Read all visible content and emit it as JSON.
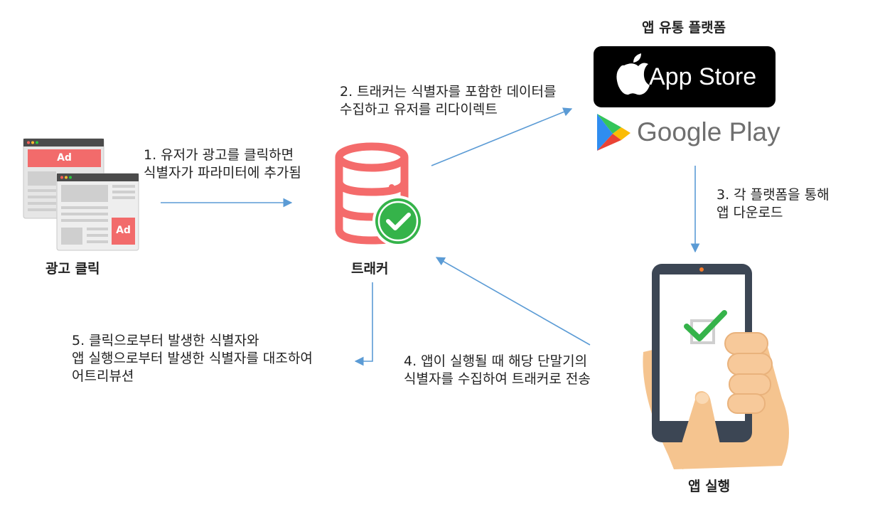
{
  "labels": {
    "ad_click": "광고 클릭",
    "tracker": "트래커",
    "platform": "앱 유통 플랫폼",
    "app_run": "앱 실행"
  },
  "steps": {
    "s1": [
      "1. 유저가 광고를 클릭하면",
      "식별자가 파라미터에 추가됨"
    ],
    "s2": [
      "2. 트래커는 식별자를 포함한 데이터를",
      "수집하고 유저를 리다이렉트"
    ],
    "s3": [
      "3. 각 플랫폼을 통해",
      "앱 다운로드"
    ],
    "s4": [
      "4. 앱이 실행될 때 해당 단말기의",
      "식별자를 수집하여 트래커로 전송"
    ],
    "s5": [
      "5. 클릭으로부터 발생한 식별자와",
      "앱 실행으로부터 발생한 식별자를 대조하여",
      "어트리뷰션"
    ]
  },
  "badges": {
    "ad": "Ad",
    "app_store": "App Store",
    "google_play": "Google Play"
  },
  "icons": {
    "ad_pages": "ad-webpage-icon",
    "tracker": "database-check-icon",
    "apple": "apple-logo-icon",
    "google_play": "google-play-logo-icon",
    "phone": "smartphone-hand-icon"
  },
  "colors": {
    "arrow": "#5b9bd5",
    "ad_red": "#f26b6b",
    "db_red": "#f46b6b",
    "check_green": "#35b34a",
    "phone_dark": "#3c4654",
    "hand": "#f5c48f"
  }
}
